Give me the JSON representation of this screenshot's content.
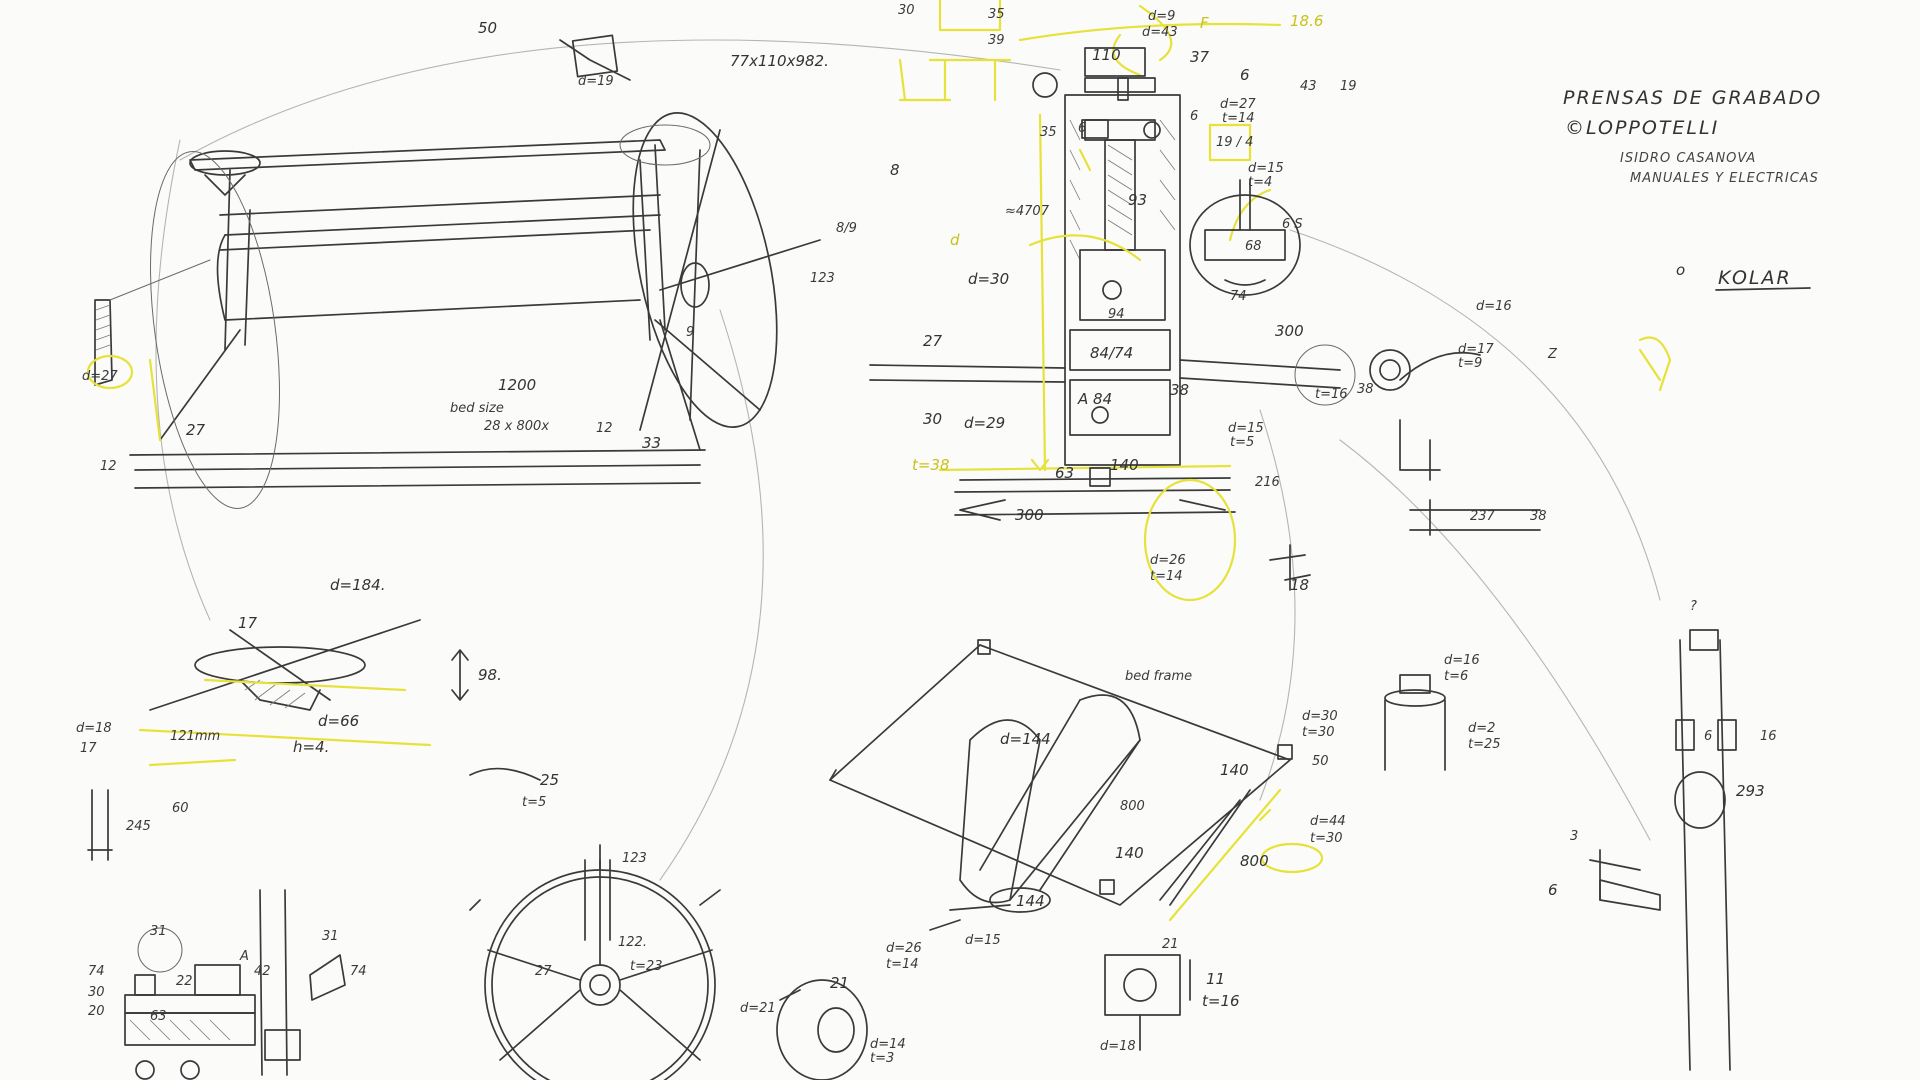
{
  "title_block": {
    "line1": "PRENSAS DE GRABADO",
    "line2": "©LOPPOTELLI",
    "line3": "ISIDRO CASANOVA",
    "line4": "MANUALES Y ELECTRICAS",
    "bullet": "o",
    "model": "KOLAR"
  },
  "roller_frame": {
    "dims": "77x110x982.",
    "d1": "50",
    "d2": "d=19",
    "bed_value": "1200",
    "bed_note": "bed size",
    "bed_size": "28 x 800x",
    "left_27": "27",
    "left_12": "12",
    "right_12": "12",
    "right_33": "33",
    "wheel_814": "8/9",
    "wheel_123": "123",
    "hub_mark": "9",
    "foot_d": "d=27"
  },
  "side_elevation": {
    "top_block": "110",
    "top_37": "37",
    "l_35": "35",
    "l_6": "6",
    "l_4707": "≈4707",
    "l_d30": "d=30",
    "l_27": "27",
    "l_30": "30",
    "l_d29": "d=29",
    "l_t38": "t=38",
    "mid_93": "93",
    "mid_84_74": "84/74",
    "mid_84_low": "A 84",
    "mid_94": "94",
    "bottom_63": "63",
    "bottom_140": "140",
    "bottom_300": "300",
    "bottom_216": "216",
    "side_38": "38",
    "side_300": "300",
    "r_6": "6",
    "r_d27": "d=27",
    "r_t14": "t=14",
    "r_19_4": "19 / 4",
    "r_d15": "d=15",
    "r_t4": "t=4",
    "r_6s": "6 S",
    "r_68": "68",
    "r_74": "74",
    "bolt_t16": "t=16",
    "bolt_38": "38",
    "bolt_d17": "d=17",
    "bolt_t9": "t=9",
    "bolt_d16": "d=16",
    "bolt_z": "Z",
    "bolt_d15": "d=15",
    "bolt_t5": "t=5",
    "nut_d26": "d=26",
    "nut_t14": "t=14",
    "nut_18": "18",
    "tl_d": "d=9",
    "tl_d43": "d=43",
    "tl_f": "F",
    "tl_6": "6",
    "tl_18_6": "18.6",
    "tl_43": "43",
    "tl_7_19": "19",
    "top_39": "39",
    "top_35": "35",
    "top_30": "30",
    "top_d8": "8",
    "top_da": "d",
    "right_237": "237",
    "right_38b": "38"
  },
  "hub_detail": {
    "d184": "d=184.",
    "t17": "17",
    "h98": "98.",
    "d66": "d=66",
    "h4": "h=4.",
    "d18": "d=18",
    "n17": "17",
    "n121": "121mm",
    "n60": "60",
    "n245": "245",
    "n25": "25",
    "t5": "t=5"
  },
  "bed_frame": {
    "label": "bed frame",
    "d144": "d=144",
    "n800": "800",
    "n140a": "140",
    "n140b": "140",
    "n800b": "800",
    "n144": "144",
    "d15": "d=15",
    "d26": "d=26",
    "t14": "t=14",
    "d44": "d=44",
    "t30": "t=30",
    "d30": "d=30",
    "t30b": "t=30",
    "n50": "50"
  },
  "bearing_post": {
    "d16": "d=16",
    "t6": "t=6",
    "d2": "d=2",
    "t25": "t=25"
  },
  "upright": {
    "top_note": "?",
    "n6": "6",
    "n16": "16",
    "n293": "293",
    "n3": "3",
    "n6b": "6"
  },
  "wheel": {
    "n123": "123",
    "n122": "122.",
    "t23": "t=23",
    "n27": "27",
    "d21": "d=21",
    "n21": "21",
    "d14": "d=14",
    "t3": "t=3"
  },
  "bottom_left": {
    "n31": "31",
    "n74": "74",
    "n30": "30",
    "n20": "20",
    "n22": "22",
    "n63": "63",
    "n42": "42",
    "n31b": "31",
    "n74b": "74",
    "a": "A"
  },
  "small_bolt": {
    "n21": "21",
    "n11": "11",
    "t16": "t=16",
    "d18": "d=18"
  }
}
